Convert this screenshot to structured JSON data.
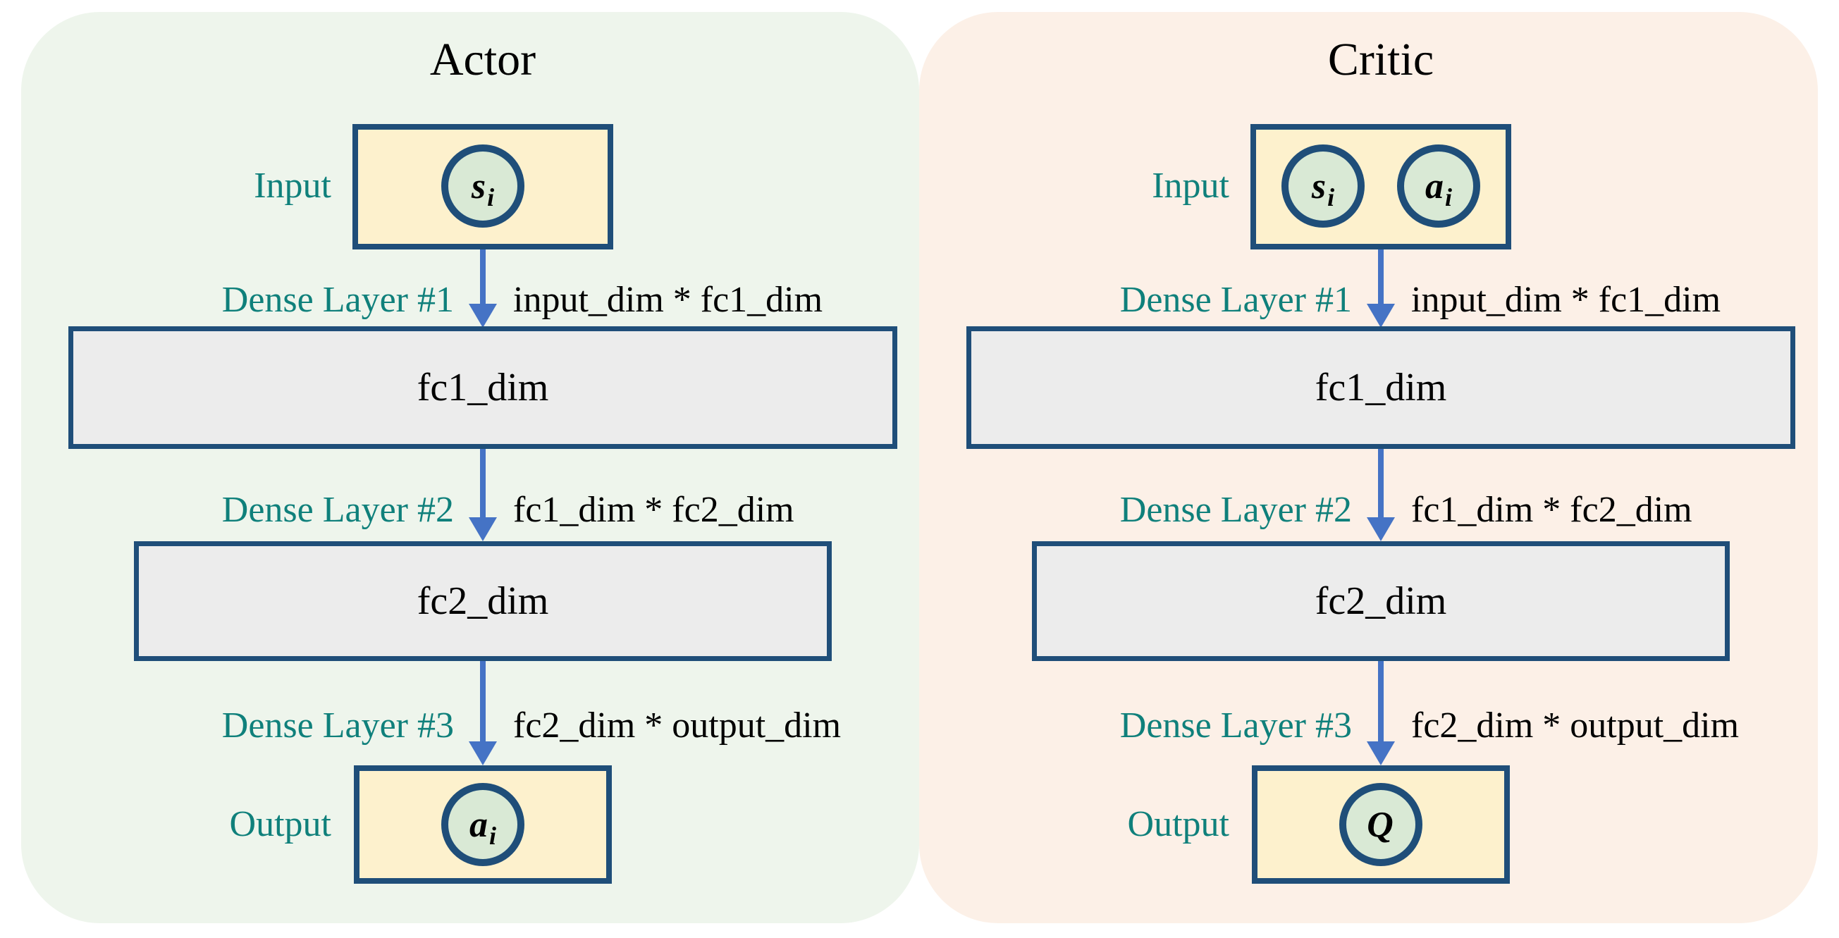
{
  "colors": {
    "page_background": "#ffffff",
    "actor_panel_background": "#eef5ec",
    "critic_panel_background": "#fcf0e7",
    "io_box_fill": "#fdf1cd",
    "node_fill": "#d9e9d5",
    "box_border": "#1f4e79",
    "fc_box_fill": "#ececec",
    "arrow": "#4573c5",
    "teal_label": "#0f807b",
    "text": "#000000"
  },
  "panels": [
    {
      "id": "actor",
      "title": "Actor",
      "input_label": "Input",
      "output_label": "Output",
      "input_nodes": [
        {
          "base": "s",
          "sub": "i"
        }
      ],
      "output_node": {
        "base": "a",
        "sub": "i"
      },
      "layers": [
        {
          "name": "Dense Layer #1",
          "weights": "input_dim * fc1_dim",
          "box": "fc1_dim"
        },
        {
          "name": "Dense Layer #2",
          "weights": "fc1_dim * fc2_dim",
          "box": "fc2_dim"
        },
        {
          "name": "Dense Layer #3",
          "weights": "fc2_dim * output_dim"
        }
      ]
    },
    {
      "id": "critic",
      "title": "Critic",
      "input_label": "Input",
      "output_label": "Output",
      "input_nodes": [
        {
          "base": "s",
          "sub": "i"
        },
        {
          "base": "a",
          "sub": "i"
        }
      ],
      "output_node": {
        "base": "Q",
        "sub": ""
      },
      "layers": [
        {
          "name": "Dense Layer #1",
          "weights": "input_dim * fc1_dim",
          "box": "fc1_dim"
        },
        {
          "name": "Dense Layer #2",
          "weights": "fc1_dim * fc2_dim",
          "box": "fc2_dim"
        },
        {
          "name": "Dense Layer #3",
          "weights": "fc2_dim * output_dim"
        }
      ]
    }
  ]
}
